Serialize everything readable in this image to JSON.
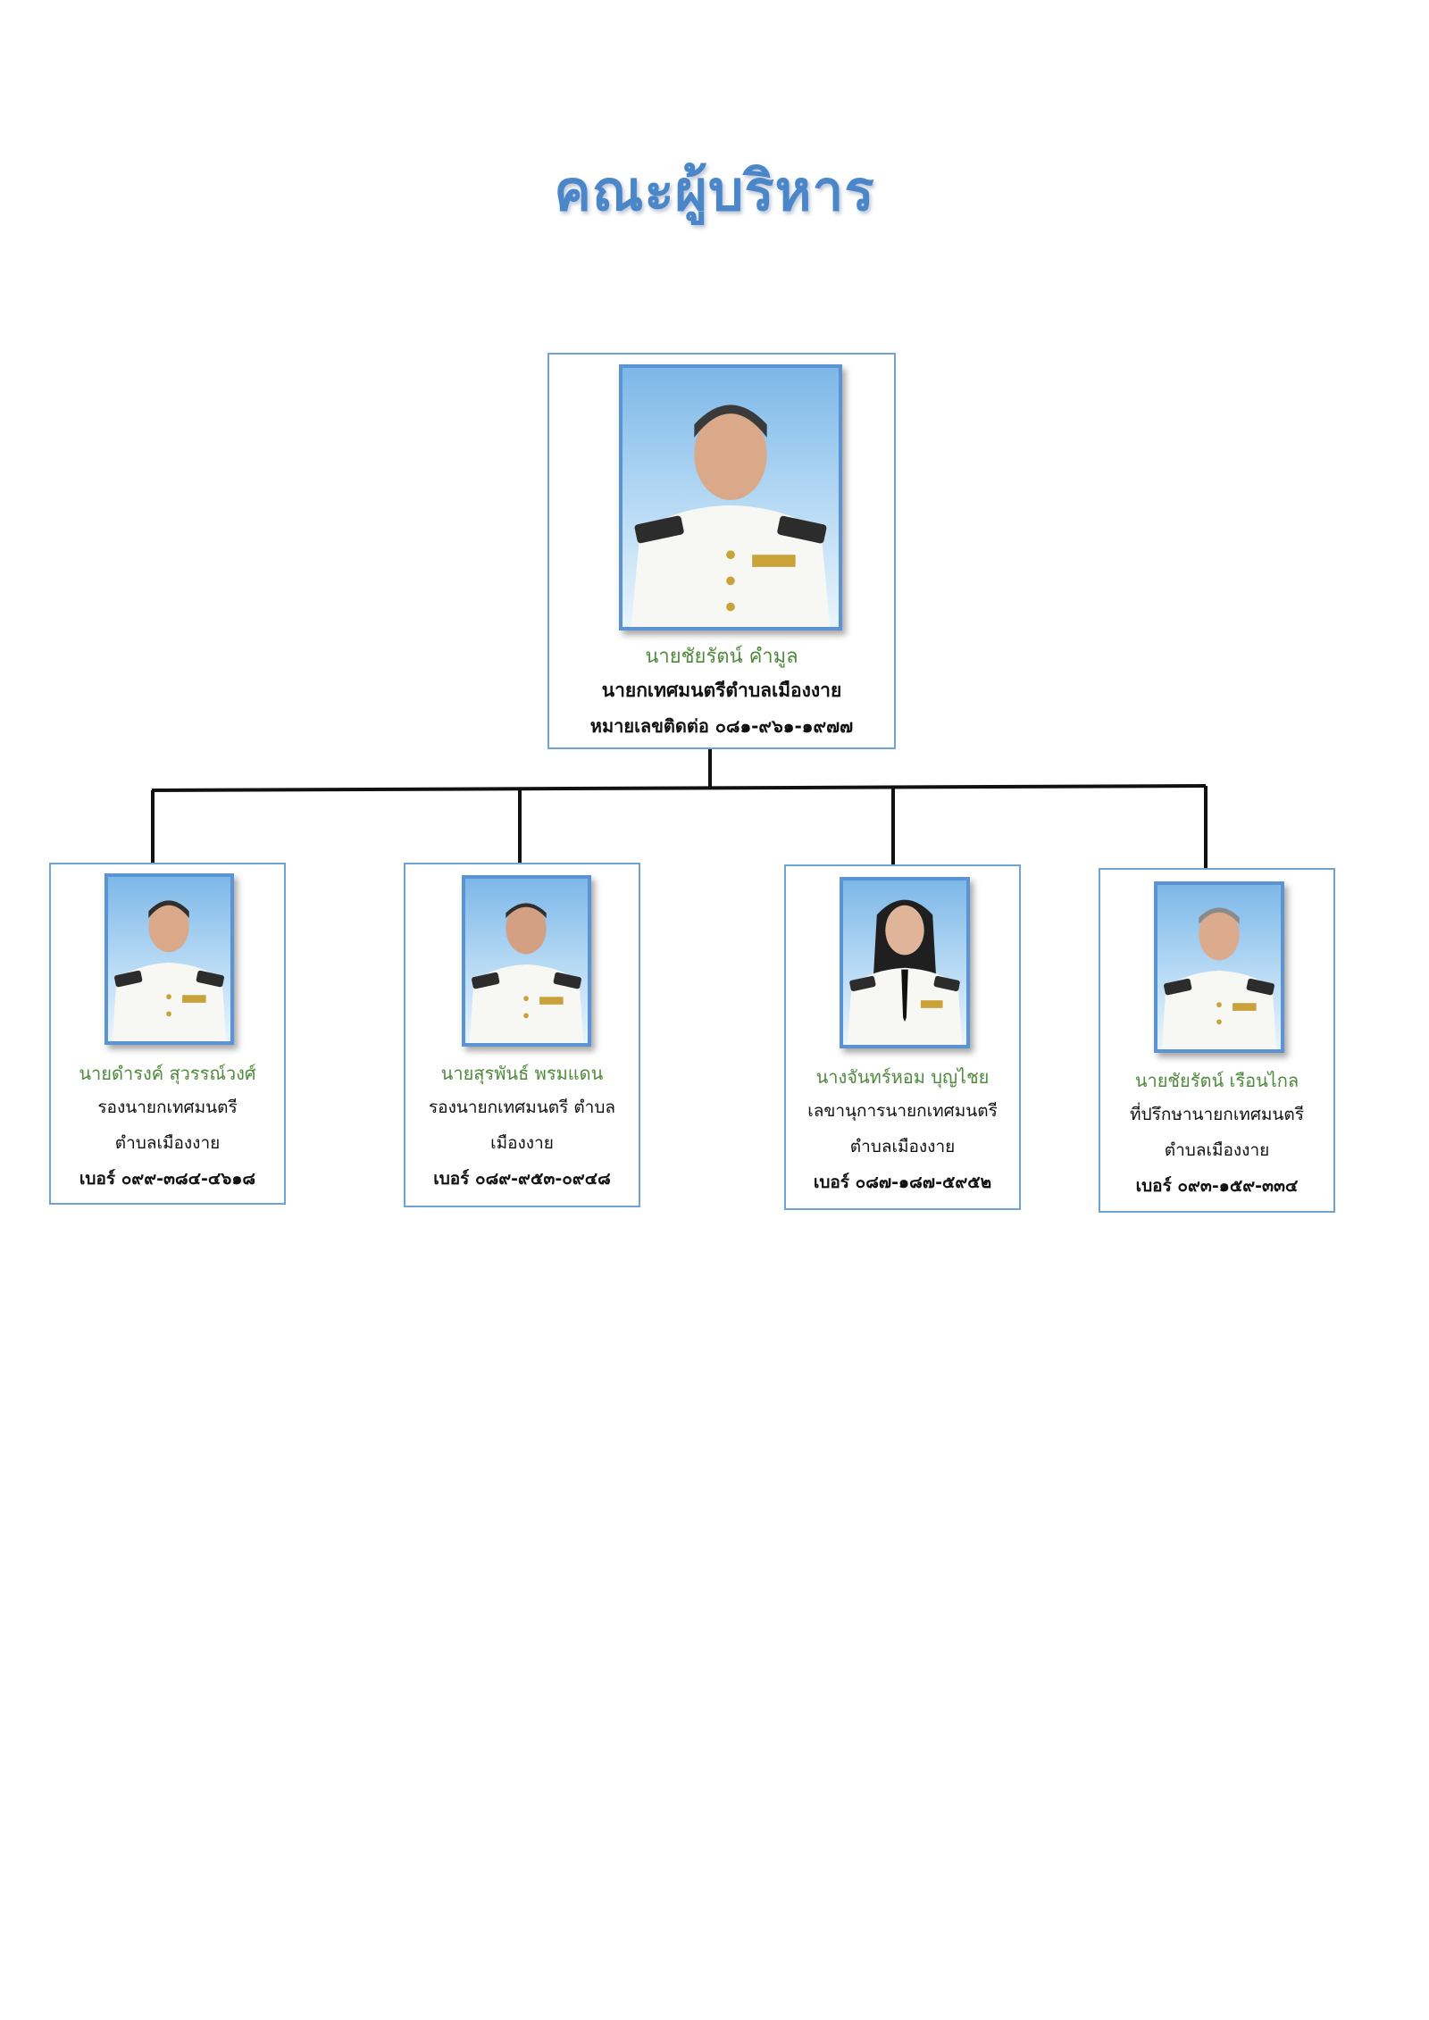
{
  "title": "คณะผู้บริหาร",
  "chief": {
    "name": "นายชัยรัตน์ คำมูล",
    "role": "นายกเทศมนตรีตำบลเมืองงาย",
    "phone": "หมายเลขติดต่อ ๐๘๑-๙๖๑-๑๙๗๗"
  },
  "members": [
    {
      "name": "นายดำรงค์ สุวรรณ์วงศ์",
      "role_line1": "รองนายกเทศมนตรี",
      "role_line2": "ตำบลเมืองงาย",
      "phone": "เบอร์ ๐๙๙-๓๘๔-๔๖๑๘"
    },
    {
      "name": "นายสุรพันธ์ พรมแดน",
      "role_line1": "รองนายกเทศมนตรี ตำบล",
      "role_line2": "เมืองงาย",
      "phone": "เบอร์ ๐๘๙-๙๕๓-๐๙๔๘"
    },
    {
      "name": "นางจันทร์หอม บุญไชย",
      "role_line1": "เลขานุการนายกเทศมนตรี",
      "role_line2": "ตำบลเมืองงาย",
      "phone": "เบอร์ ๐๘๗-๑๘๗-๕๙๕๒"
    },
    {
      "name": "นายชัยรัตน์ เรือนไกล",
      "role_line1": "ที่ปรึกษานายกเทศมนตรี",
      "role_line2": "ตำบลเมืองงาย",
      "phone": "เบอร์ ๐๙๓-๑๕๙-๓๓๔"
    }
  ]
}
